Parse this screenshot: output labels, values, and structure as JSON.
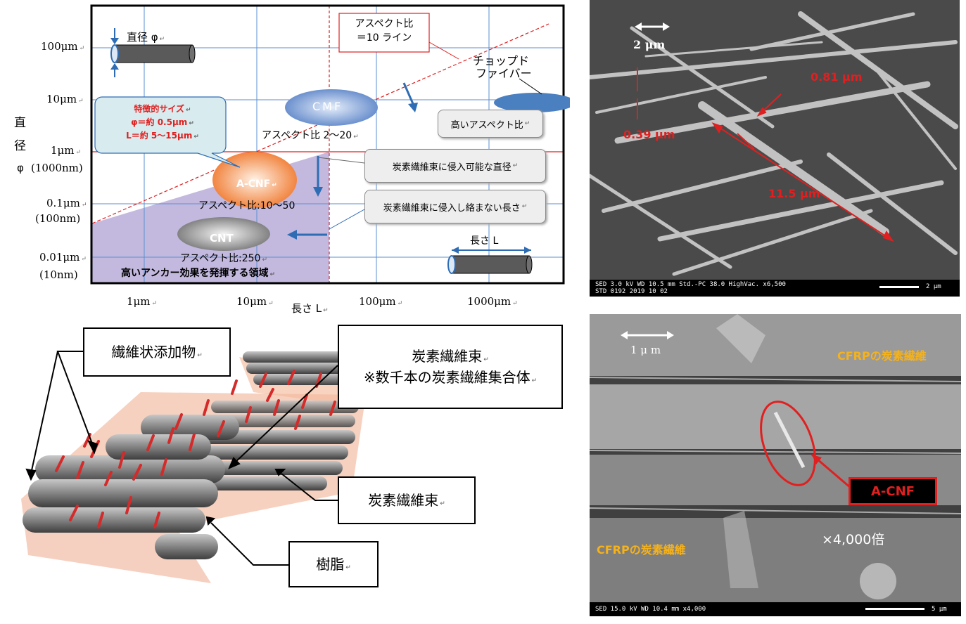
{
  "chart": {
    "x_ticks": [
      "1μm",
      "10μm",
      "100μm",
      "1000μm"
    ],
    "x_label": "長さ L",
    "y_ticks": [
      {
        "top": "100μm",
        "bottom": ""
      },
      {
        "top": "10μm",
        "bottom": ""
      },
      {
        "top": "1μm",
        "bottom": "(1000nm)"
      },
      {
        "top": "0.1μm",
        "bottom": "(100nm)"
      },
      {
        "top": "0.01μm",
        "bottom": "(10nm)"
      }
    ],
    "y_label_chars": [
      "直",
      "径",
      "φ"
    ],
    "diameter_label": "直径 φ",
    "length_label": "長さ L",
    "aspect_line_label": [
      "アスペクト比",
      "＝10 ライン"
    ],
    "chopped_label": [
      "チョップド",
      "ファイバー"
    ],
    "cmf_label": "CMF",
    "cmf_aspect": "アスペクト比 2〜20",
    "high_aspect": "高いアスペクト比",
    "acnf_label": "A-CNF",
    "acnf_aspect": "アスペクト比:10〜50",
    "cnt_label": "CNT",
    "cnt_aspect": "アスペクト比:250",
    "region_label": "高いアンカー効果を発揮する領域",
    "feature_title": "特徴的サイズ",
    "feature_phi": "φ＝約 0.5μm",
    "feature_L": "L＝約 5〜15μm",
    "callout_diameter": "炭素繊維束に侵入可能な直径",
    "callout_length": "炭素繊維束に侵入し絡まない長さ",
    "colors": {
      "region": "#b9acd8",
      "red": "#e02020",
      "blue": "#2e6db4",
      "acnf": "#f4894a",
      "feature_bg": "#d8ecef"
    }
  },
  "diagram": {
    "additive_label": "繊維状添加物",
    "bundle_title": "炭素繊維束",
    "bundle_sub": "※数千本の炭素繊維集合体",
    "bundle_label": "炭素繊維束",
    "resin_label": "樹脂"
  },
  "sem_top": {
    "scale_label": "2 μm",
    "m1": "0.81 μm",
    "m2": "0.39 μm",
    "m3": "11.5 μm",
    "info_line1": "SED   3.0 kV   WD 10.5 mm   Std.-PC 38.0   HighVac.   x6,500",
    "info_line2": "STD   0192   2019 10 02",
    "bar_label": "2 μm"
  },
  "sem_bottom": {
    "scale_label": "1 μ m",
    "cfrp_top": "CFRPの炭素繊維",
    "cfrp_bottom": "CFRPの炭素繊維",
    "acnf": "A-CNF",
    "magnification": "×4,000倍",
    "info_line": "SED   15.0 kV   WD 10.4 mm             x4,000",
    "bar_label": "5 μm"
  }
}
